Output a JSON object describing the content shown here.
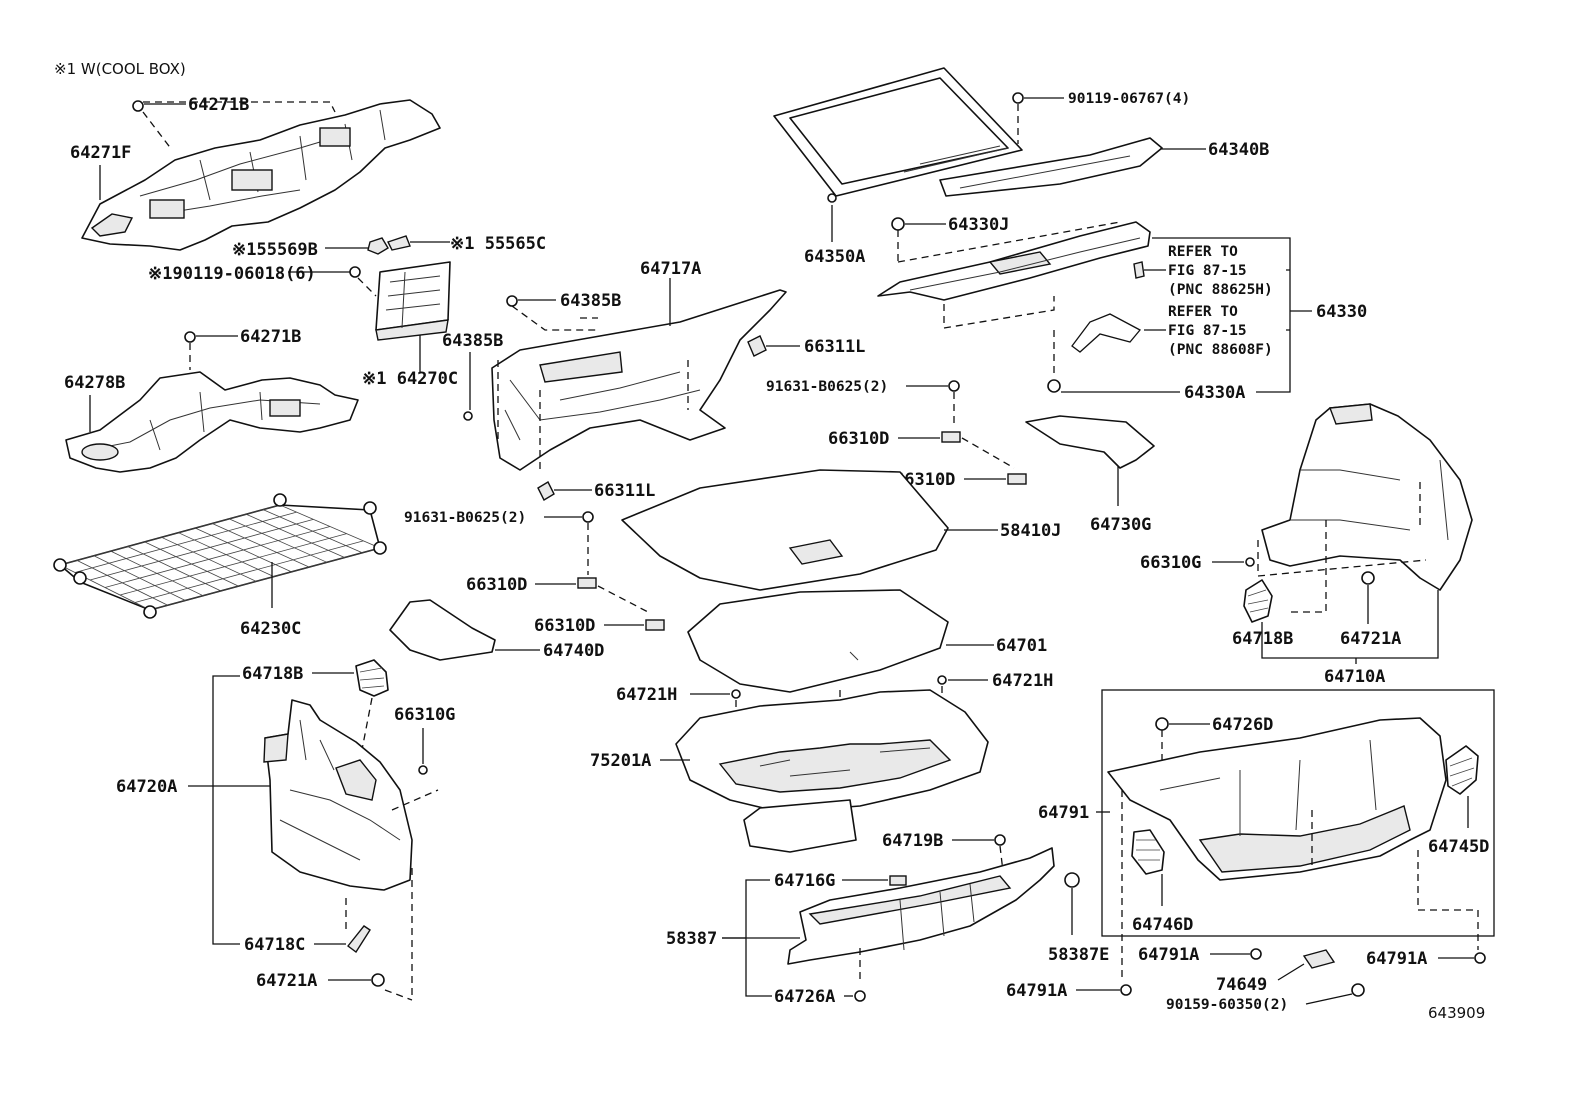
{
  "note": "※1 W(COOL BOX)",
  "figure_code": "643909",
  "labels": {
    "p64271B_top": "64271B",
    "p64271F": "64271F",
    "p55569B": "※155569B",
    "p55565C": "※1 55565C",
    "p90119_06018": "※190119-06018(6)",
    "p64271B_mid": "64271B",
    "p64270C": "※1 64270C",
    "p64278B": "64278B",
    "p64230C": "64230C",
    "p64385B_a": "64385B",
    "p64385B_b": "64385B",
    "p64717A": "64717A",
    "p66311L_a": "66311L",
    "p66311L_b": "66311L",
    "p91631_b": "91631-B0625(2)",
    "p66310D_c": "66310D",
    "p66310D_d": "66310D",
    "p64740D": "64740D",
    "p64718B_left": "64718B",
    "p66310G_left": "66310G",
    "p64720A": "64720A",
    "p64718C": "64718C",
    "p64721A_left": "64721A",
    "p90119_06767": "90119-06767(4)",
    "p64340B": "64340B",
    "p64350A": "64350A",
    "p64330J": "64330J",
    "refer1_line1": "REFER TO",
    "refer1_line2": "FIG 87-15",
    "refer1_line3": "(PNC 88625H)",
    "refer2_line1": "REFER TO",
    "refer2_line2": "FIG 87-15",
    "refer2_line3": "(PNC 88608F)",
    "p64330": "64330",
    "p64330A": "64330A",
    "p91631_a": "91631-B0625(2)",
    "p66310D_a": "66310D",
    "p66310D_b": "66310D",
    "p64730G": "64730G",
    "p58410J": "58410J",
    "p64701": "64701",
    "p64721H_a": "64721H",
    "p64721H_b": "64721H",
    "p75201A": "75201A",
    "p64719B": "64719B",
    "p64716G": "64716G",
    "p58387": "58387",
    "p58387E": "58387E",
    "p64726A": "64726A",
    "p66310G_right": "66310G",
    "p64718B_right": "64718B",
    "p64721A_right": "64721A",
    "p64710A": "64710A",
    "p64726D": "64726D",
    "p64791": "64791",
    "p64745D": "64745D",
    "p64746D": "64746D",
    "p64791A_a": "64791A",
    "p74649": "74649",
    "p64791A_b": "64791A",
    "p64791A_c": "64791A",
    "p90159_60350": "90159-60350(2)"
  }
}
